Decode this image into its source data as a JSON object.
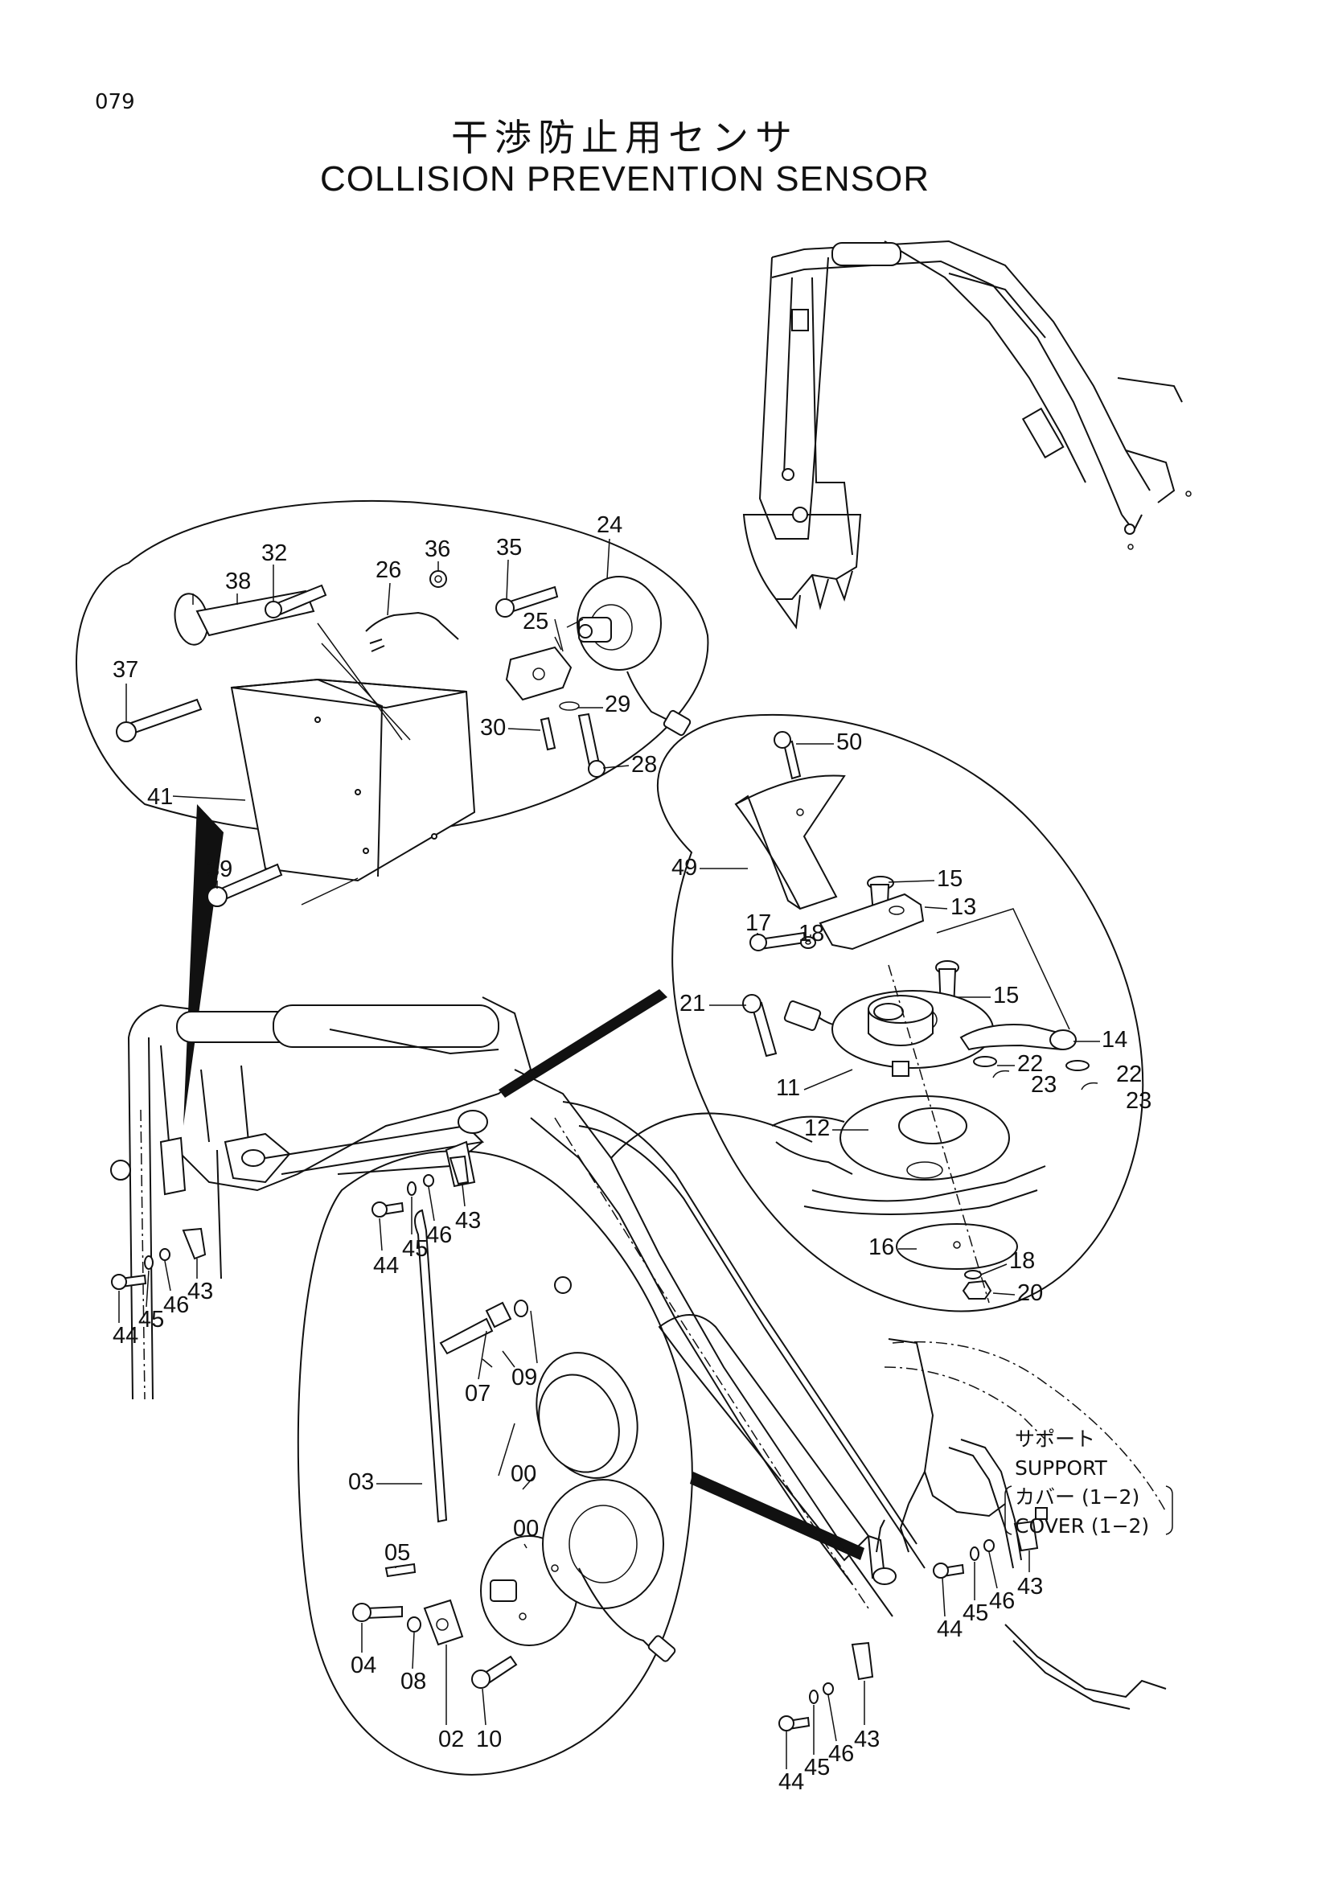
{
  "page": {
    "number": "079"
  },
  "title": {
    "japanese": "干渉防止用センサ",
    "english": "COLLISION PREVENTION SENSOR"
  },
  "parts": {
    "top_left_detail": [
      "32",
      "38",
      "26",
      "36",
      "35",
      "24",
      "37",
      "25",
      "29",
      "30",
      "28",
      "41",
      "39"
    ],
    "right_detail": [
      "50",
      "49",
      "15",
      "13",
      "17",
      "18",
      "21",
      "15",
      "11",
      "14",
      "22",
      "22",
      "23",
      "23",
      "12",
      "16",
      "18",
      "20"
    ],
    "bottom_detail": [
      "07",
      "09",
      "03",
      "00",
      "00",
      "05",
      "04",
      "08",
      "02",
      "10"
    ],
    "main_view": [
      "44",
      "45",
      "46",
      "43",
      "44",
      "45",
      "46",
      "43",
      "44",
      "45",
      "46",
      "43",
      "44",
      "45",
      "46",
      "43"
    ]
  },
  "annotation": {
    "support_jp": "サポート",
    "support_en": "SUPPORT",
    "cover_jp": "カバー (1−2)",
    "cover_en": "COVER (1−2)"
  }
}
